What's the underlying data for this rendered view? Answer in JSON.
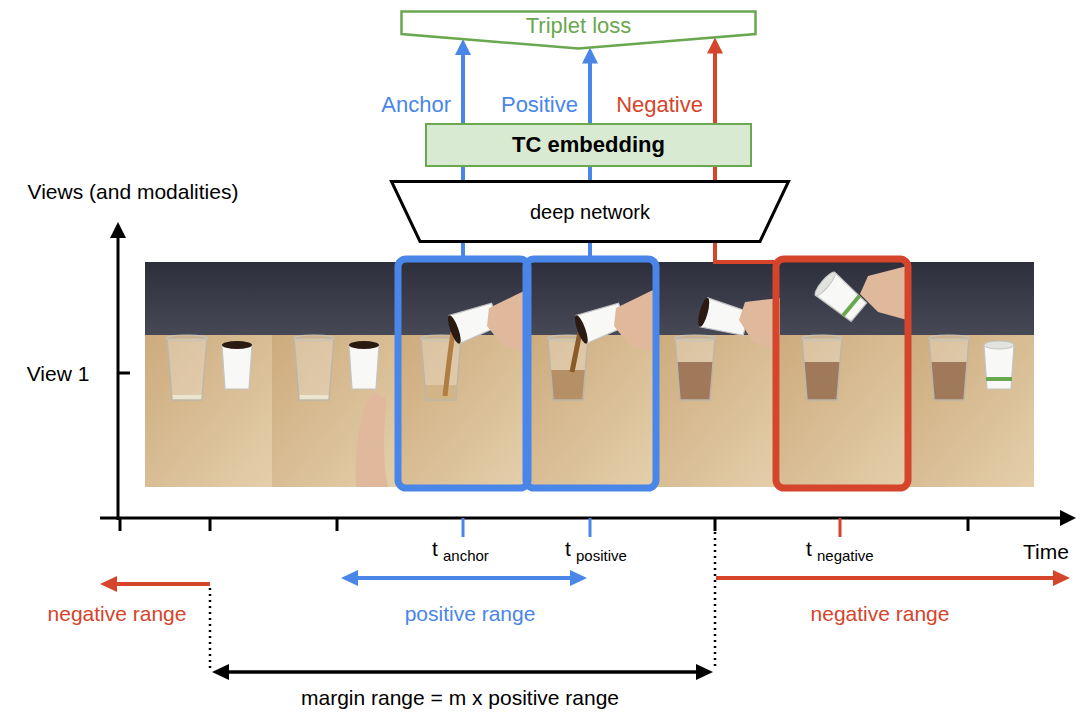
{
  "diagram": {
    "nodes": [
      {
        "text": [
          "Triplet loss"
        ]
      },
      {
        "text": [
          "TC embedding"
        ]
      },
      {
        "text": [
          "deep network"
        ]
      }
    ],
    "edges": [
      {
        "from": 1,
        "to": 0,
        "arrow": "to",
        "label": "Anchor"
      },
      {
        "from": 1,
        "to": 0,
        "arrow": "to",
        "label": "Positive"
      },
      {
        "from": 1,
        "to": 0,
        "arrow": "to",
        "label": "Negative"
      },
      {
        "from": 2,
        "to": 1,
        "arrow": "none"
      },
      {
        "from": 2,
        "to": 1,
        "arrow": "none"
      },
      {
        "from": 2,
        "to": 1,
        "arrow": "none"
      }
    ],
    "labels": [
      "Views (and modalities)",
      "View 1",
      "t",
      "anchor",
      "t",
      "positive",
      "t",
      "negative",
      "Time",
      "negative range",
      "positive range",
      "negative range",
      "margin range = m x positive range"
    ]
  }
}
